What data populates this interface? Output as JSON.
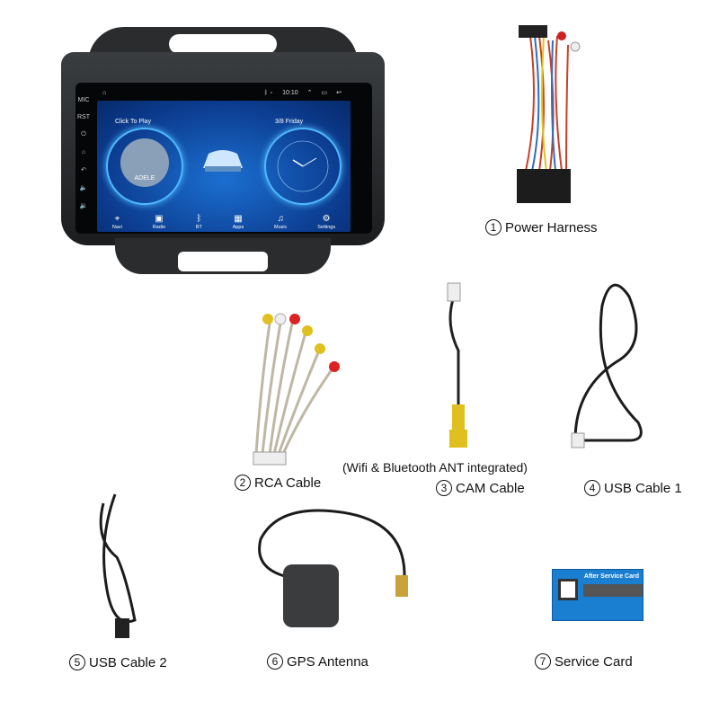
{
  "head_unit": {
    "status_time": "10:10",
    "side_labels": [
      "MIC",
      "RST"
    ],
    "music_label": "Click To Play",
    "album_text": "ADELE",
    "date_label": "3/8 Friday",
    "dock": [
      {
        "label": "Navi",
        "icon": "location-pin-icon"
      },
      {
        "label": "Radio",
        "icon": "radio-icon"
      },
      {
        "label": "BT",
        "icon": "bluetooth-icon"
      },
      {
        "label": "Apps",
        "icon": "apps-grid-icon"
      },
      {
        "label": "Music",
        "icon": "music-note-icon"
      },
      {
        "label": "Settings",
        "icon": "gear-icon"
      }
    ]
  },
  "service_card": {
    "title": "After Service Card"
  },
  "note": "(Wifi & Bluetooth ANT integrated)",
  "items": [
    {
      "num": "1",
      "label": "Power Harness"
    },
    {
      "num": "2",
      "label": "RCA Cable"
    },
    {
      "num": "3",
      "label": "CAM Cable"
    },
    {
      "num": "4",
      "label": "USB Cable 1"
    },
    {
      "num": "5",
      "label": "USB Cable 2"
    },
    {
      "num": "6",
      "label": "GPS Antenna"
    },
    {
      "num": "7",
      "label": "Service Card"
    }
  ]
}
